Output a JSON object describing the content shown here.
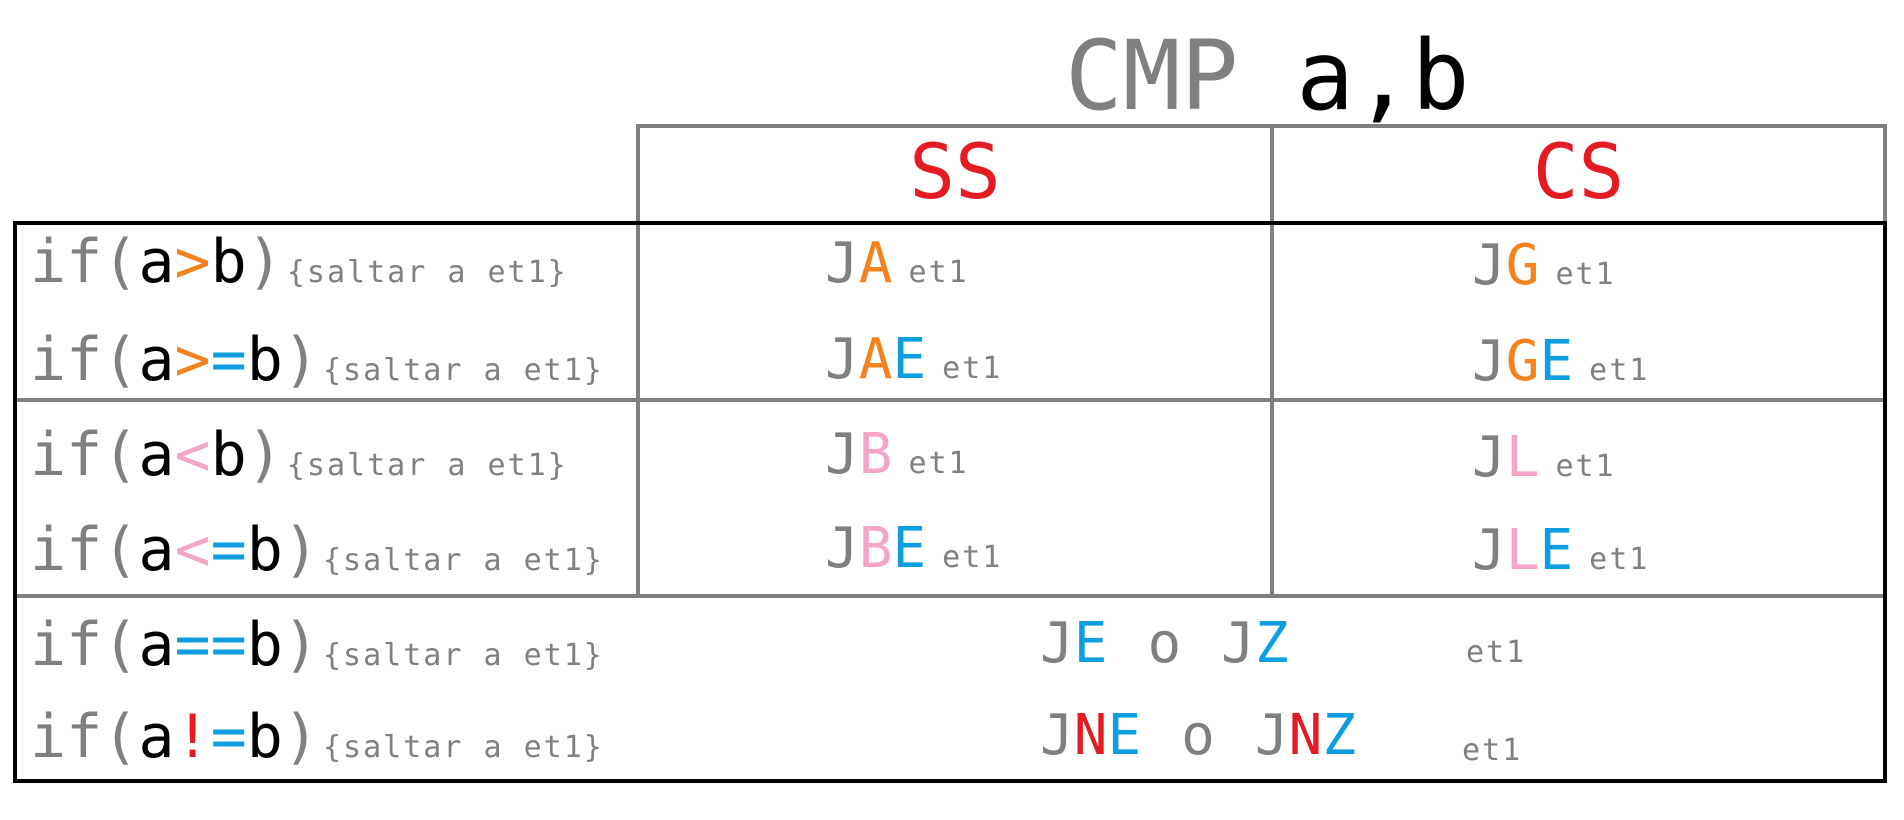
{
  "colors": {
    "gray": "#808080",
    "black": "#000000",
    "red": "#e31b23",
    "orange": "#f4831f",
    "blue": "#0e9ee0",
    "pink": "#f4a5c8"
  },
  "title": {
    "mnemonic": "CMP",
    "operands": "a,b"
  },
  "headers": {
    "unsigned": "SS",
    "signed": "CS"
  },
  "note": "{saltar a et1}",
  "label": "et1",
  "conditions": [
    {
      "kw": "if",
      "lp": "(",
      "a": "a",
      "op1": ">",
      "op2": "",
      "b": "b",
      "rp": ")"
    },
    {
      "kw": "if",
      "lp": "(",
      "a": "a",
      "op1": ">",
      "op2": "=",
      "b": "b",
      "rp": ")"
    },
    {
      "kw": "if",
      "lp": "(",
      "a": "a",
      "op1": "<",
      "op2": "",
      "b": "b",
      "rp": ")"
    },
    {
      "kw": "if",
      "lp": "(",
      "a": "a",
      "op1": "<",
      "op2": "=",
      "b": "b",
      "rp": ")"
    },
    {
      "kw": "if",
      "lp": "(",
      "a": "a",
      "op1": "=",
      "op2": "=",
      "b": "b",
      "rp": ")"
    },
    {
      "kw": "if",
      "lp": "(",
      "a": "a",
      "op1": "!",
      "op2": "=",
      "b": "b",
      "rp": ")"
    }
  ],
  "ss_instructions": [
    {
      "prefix": "J",
      "c1": "A",
      "c2": ""
    },
    {
      "prefix": "J",
      "c1": "A",
      "c2": "E"
    },
    {
      "prefix": "J",
      "c1": "B",
      "c2": ""
    },
    {
      "prefix": "J",
      "c1": "B",
      "c2": "E"
    }
  ],
  "cs_instructions": [
    {
      "prefix": "J",
      "c1": "G",
      "c2": ""
    },
    {
      "prefix": "J",
      "c1": "G",
      "c2": "E"
    },
    {
      "prefix": "J",
      "c1": "L",
      "c2": ""
    },
    {
      "prefix": "J",
      "c1": "L",
      "c2": "E"
    }
  ],
  "equality": [
    {
      "left_prefix": "J",
      "left_n": "",
      "left_e": "E",
      "or": "o",
      "right_prefix": "J",
      "right_n": "",
      "right_z": "Z"
    },
    {
      "left_prefix": "J",
      "left_n": "N",
      "left_e": "E",
      "or": "o",
      "right_prefix": "J",
      "right_n": "N",
      "right_z": "Z"
    }
  ]
}
